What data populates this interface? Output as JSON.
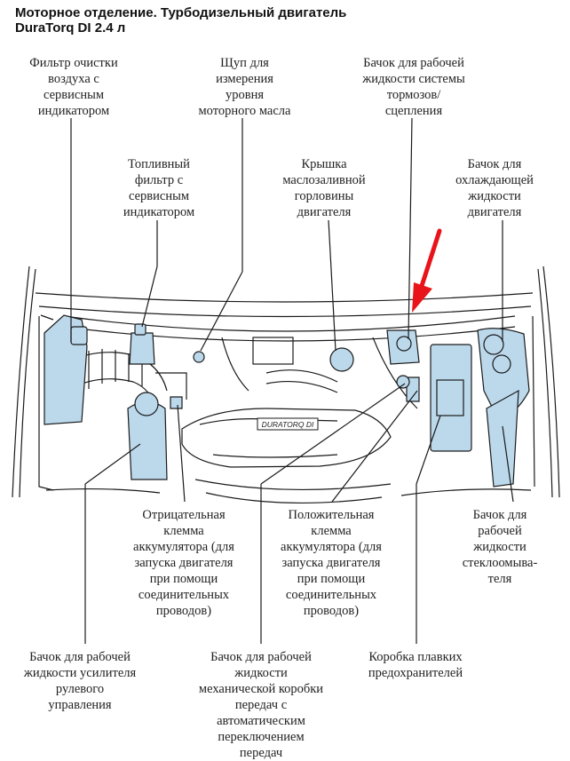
{
  "header": {
    "title_line1": "Моторное отделение. Турбодизельный двигатель",
    "title_line2": "DuraTorq DI 2.4 л"
  },
  "engine_badge": "DURATORQ DI",
  "colors": {
    "highlight_fill": "#bcd9ec",
    "line": "#1a1a1a",
    "arrow": "#e8141a"
  },
  "labels": {
    "air_filter": "Фильтр очистки\nвоздуха с\nсервисным\nиндикатором",
    "dipstick": "Щуп для\nизмерения\nуровня\nмоторного масла",
    "brake_reservoir": "Бачок для рабочей\nжидкости системы\nтормозов/\nсцепления",
    "fuel_filter": "Топливный\nфильтр с\nсервисным\nиндикатором",
    "oil_cap": "Крышка\nмаслозаливной\nгорловины\nдвигателя",
    "coolant_reservoir": "Бачок для\nохлаждающей\nжидкости\nдвигателя",
    "negative_terminal": "Отрицательная\nклемма\nаккумулятора (для\nзапуска двигателя\nпри помощи\nсоединительных\nпроводов)",
    "positive_terminal": "Положительная\nклемма\nаккумулятора (для\nзапуска двигателя\nпри помощи\nсоединительных\nпроводов)",
    "washer_reservoir": "Бачок для\nрабочей\nжидкости\nстеклоомыва-\nтеля",
    "power_steering_reservoir": "Бачок для рабочей\nжидкости усилителя\nрулевого\nуправления",
    "transmission_reservoir": "Бачок для рабочей\nжидкости\nмеханической коробки\nпередач с\nавтоматическим\nпереключением\nпередач",
    "fuse_box": "Коробка плавких\nпредохранителей"
  }
}
